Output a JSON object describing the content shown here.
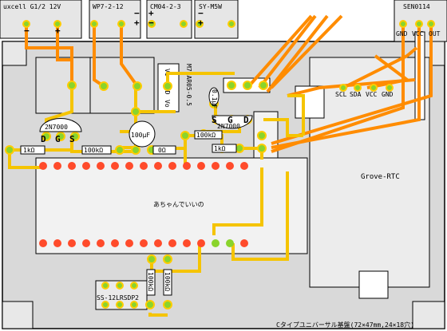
{
  "modules": {
    "uxcell": "uxcell G1/2 12V",
    "wp7": "WP7-2-12",
    "cm04": "CM04-2-3",
    "sy": "SY-M5W",
    "sen0114": "SEN0114",
    "regulator": "M78AR05-0.5",
    "grove": "Grove-RTC",
    "switch": "SS-12LRSDP2",
    "board": "Cタイプユニバーサル基盤(72×47mm,24×18穴)",
    "board_title_on_pcb": "あちゃんでいいの"
  },
  "pins": {
    "reg": [
      "Vi",
      "GND",
      "Vo"
    ],
    "grove": [
      "SCL",
      "SDA",
      "VCC",
      "GND"
    ],
    "sen": [
      "GND",
      "VCC",
      "OUT"
    ],
    "plus": "+",
    "minus": "−"
  },
  "parts": {
    "t1": "2N7000",
    "t2": "2N7000",
    "dgs": [
      "D",
      "G",
      "S"
    ],
    "sgd": [
      "S",
      "G",
      "D"
    ],
    "r1k_1": "1kΩ",
    "r100k_1": "100kΩ",
    "r0": "0Ω",
    "r100k_2": "100kΩ",
    "r1k_2": "1kΩ",
    "cap": "100μF",
    "cap_small": "0.1μF",
    "r100k_v1": "100kΩ",
    "r100k_v2": "100kΩ"
  }
}
